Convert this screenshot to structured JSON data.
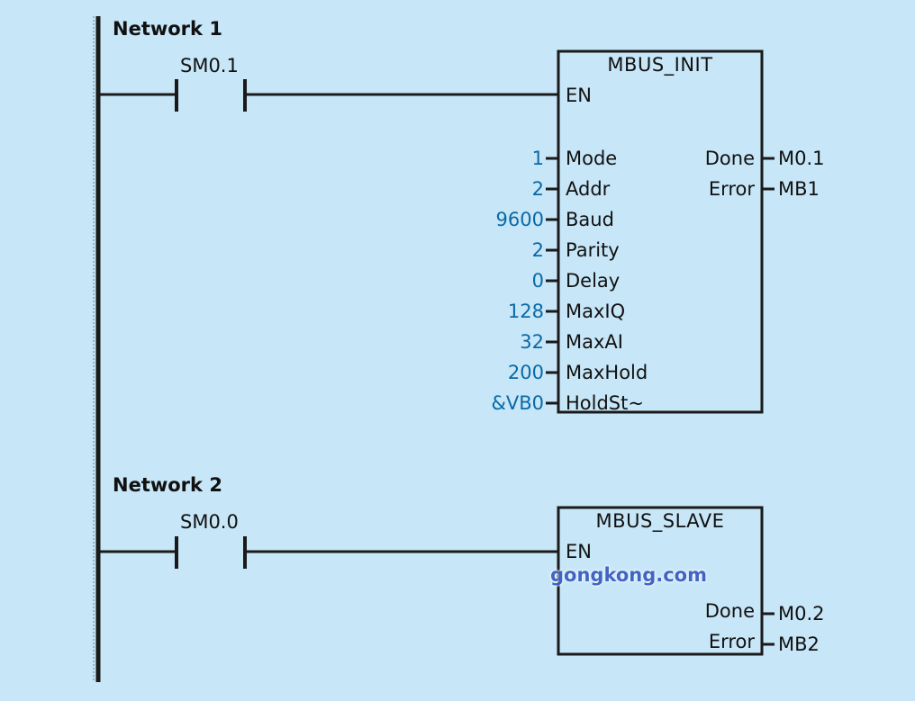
{
  "colors": {
    "background": "#c7e6f7",
    "line": "#1a1a1a",
    "parameter_value": "#0a6aa8",
    "watermark": "#3a5fc0"
  },
  "networks": [
    {
      "title": "Network 1",
      "contact": {
        "label": "SM0.1",
        "type": "normally-open"
      },
      "block": {
        "name": "MBUS_INIT",
        "enable_pin": "EN",
        "inputs": [
          {
            "pin": "Mode",
            "value": "1"
          },
          {
            "pin": "Addr",
            "value": "2"
          },
          {
            "pin": "Baud",
            "value": "9600"
          },
          {
            "pin": "Parity",
            "value": "2"
          },
          {
            "pin": "Delay",
            "value": "0"
          },
          {
            "pin": "MaxIQ",
            "value": "128"
          },
          {
            "pin": "MaxAI",
            "value": "32"
          },
          {
            "pin": "MaxHold",
            "value": "200"
          },
          {
            "pin": "HoldSt~",
            "value": "&VB0"
          }
        ],
        "outputs": [
          {
            "pin": "Done",
            "value": "M0.1"
          },
          {
            "pin": "Error",
            "value": "MB1"
          }
        ]
      }
    },
    {
      "title": "Network 2",
      "contact": {
        "label": "SM0.0",
        "type": "normally-open"
      },
      "block": {
        "name": "MBUS_SLAVE",
        "enable_pin": "EN",
        "inputs": [],
        "outputs": [
          {
            "pin": "Done",
            "value": "M0.2"
          },
          {
            "pin": "Error",
            "value": "MB2"
          }
        ]
      }
    }
  ],
  "watermark": "gongkong.com"
}
